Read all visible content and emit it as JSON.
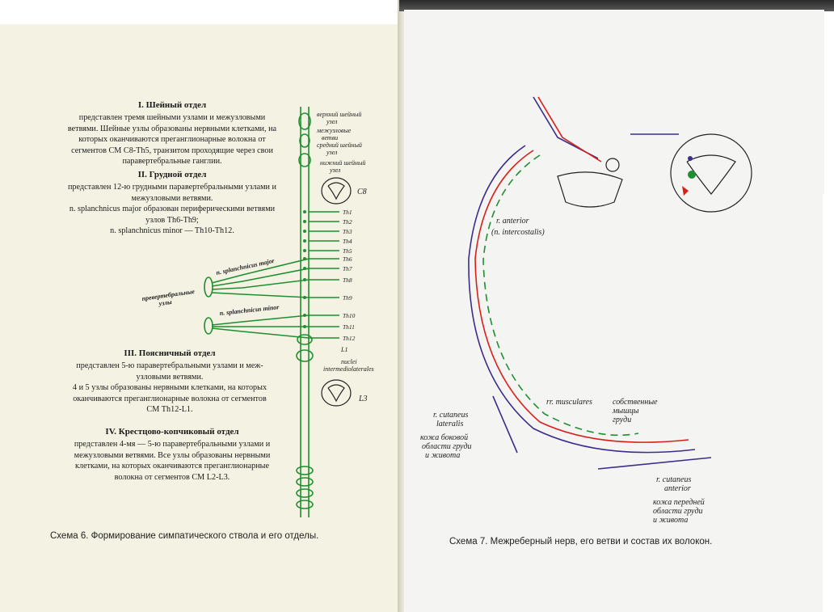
{
  "left": {
    "sections": [
      {
        "title": "I. Шейный отдел",
        "body": "представлен тремя шейными узлами и межузловыми\nветвями. Шейные узлы образованы нервными клетками, на\nкоторых оканчиваются преганглионарные волокна от\nсегментов СМ С8-Th5, транзитом проходящие через свои\nпаравертебральные ганглии."
      },
      {
        "title": "II. Грудной отдел",
        "body": "представлен 12-ю грудными паравертебральными узлами и\nмежузловыми ветвями.\nn. splanchnicus major образован периферическими ветвями\nузлов Th6-Th9;\nn. splanchnicus minor — Th10-Th12."
      },
      {
        "title": "III. Поясничный отдел",
        "body": "представлен 5-ю паравертебральными узлами и меж-\nузловыми ветвями.\n4 и 5 узлы образованы нервными клетками, на которых\nоканчиваются преганглионарные волокна от сегментов\nСМ Th12-L1."
      },
      {
        "title": "IV. Крестцово-копчиковый отдел",
        "body": "представлен 4-мя — 5-ю паравертебральными узлами и\nмежузловыми ветвями. Все узлы образованы нервными\nклетками, на которых оканчиваются преганглионарные\nволокна от сегментов СМ L2-L3."
      }
    ],
    "diagram_labels": {
      "upper": "верхний шейный\nузел",
      "internodal": "межузловые\nветви",
      "middle": "средний шейный\nузел",
      "lower": "нижний шейный\nузел",
      "c8": "C8",
      "th_levels": [
        "Th1",
        "Th2",
        "Th3",
        "Th4",
        "Th5",
        "Th6",
        "Th7",
        "Th8",
        "Th9",
        "Th10",
        "Th11",
        "Th12"
      ],
      "splanch_major": "n. splanchnicus major",
      "splanch_minor": "n. splanchnicus minor",
      "prevert": "превертебральные\nузлы",
      "l1": "L1",
      "nuclei": "nuclei\nintermediolaterales",
      "l3": "L3"
    },
    "caption": "Схема 6. Формирование симпатического ствола и его отделы."
  },
  "right": {
    "labels": {
      "r_anterior": "r. anterior",
      "n_intercostalis": "(n. intercostalis)",
      "rr_musculares": "rr. musculares",
      "own_muscles": "собственные\nмышцы\nгруди",
      "r_cut_lat": "r. cutaneus\nlateralis",
      "skin_lat": "кожа боковой\nобласти груди\nи живота",
      "r_cut_ant": "r. cutaneus\nanterior",
      "skin_ant": "кожа передней\nобласти груди\nи живота"
    },
    "caption": "Схема 7. Межреберный нерв, его ветви и состав их волокон."
  },
  "colors": {
    "green": "#1f8f2f",
    "red": "#d8201a",
    "blue": "#3a2e8a",
    "ink": "#222222"
  }
}
